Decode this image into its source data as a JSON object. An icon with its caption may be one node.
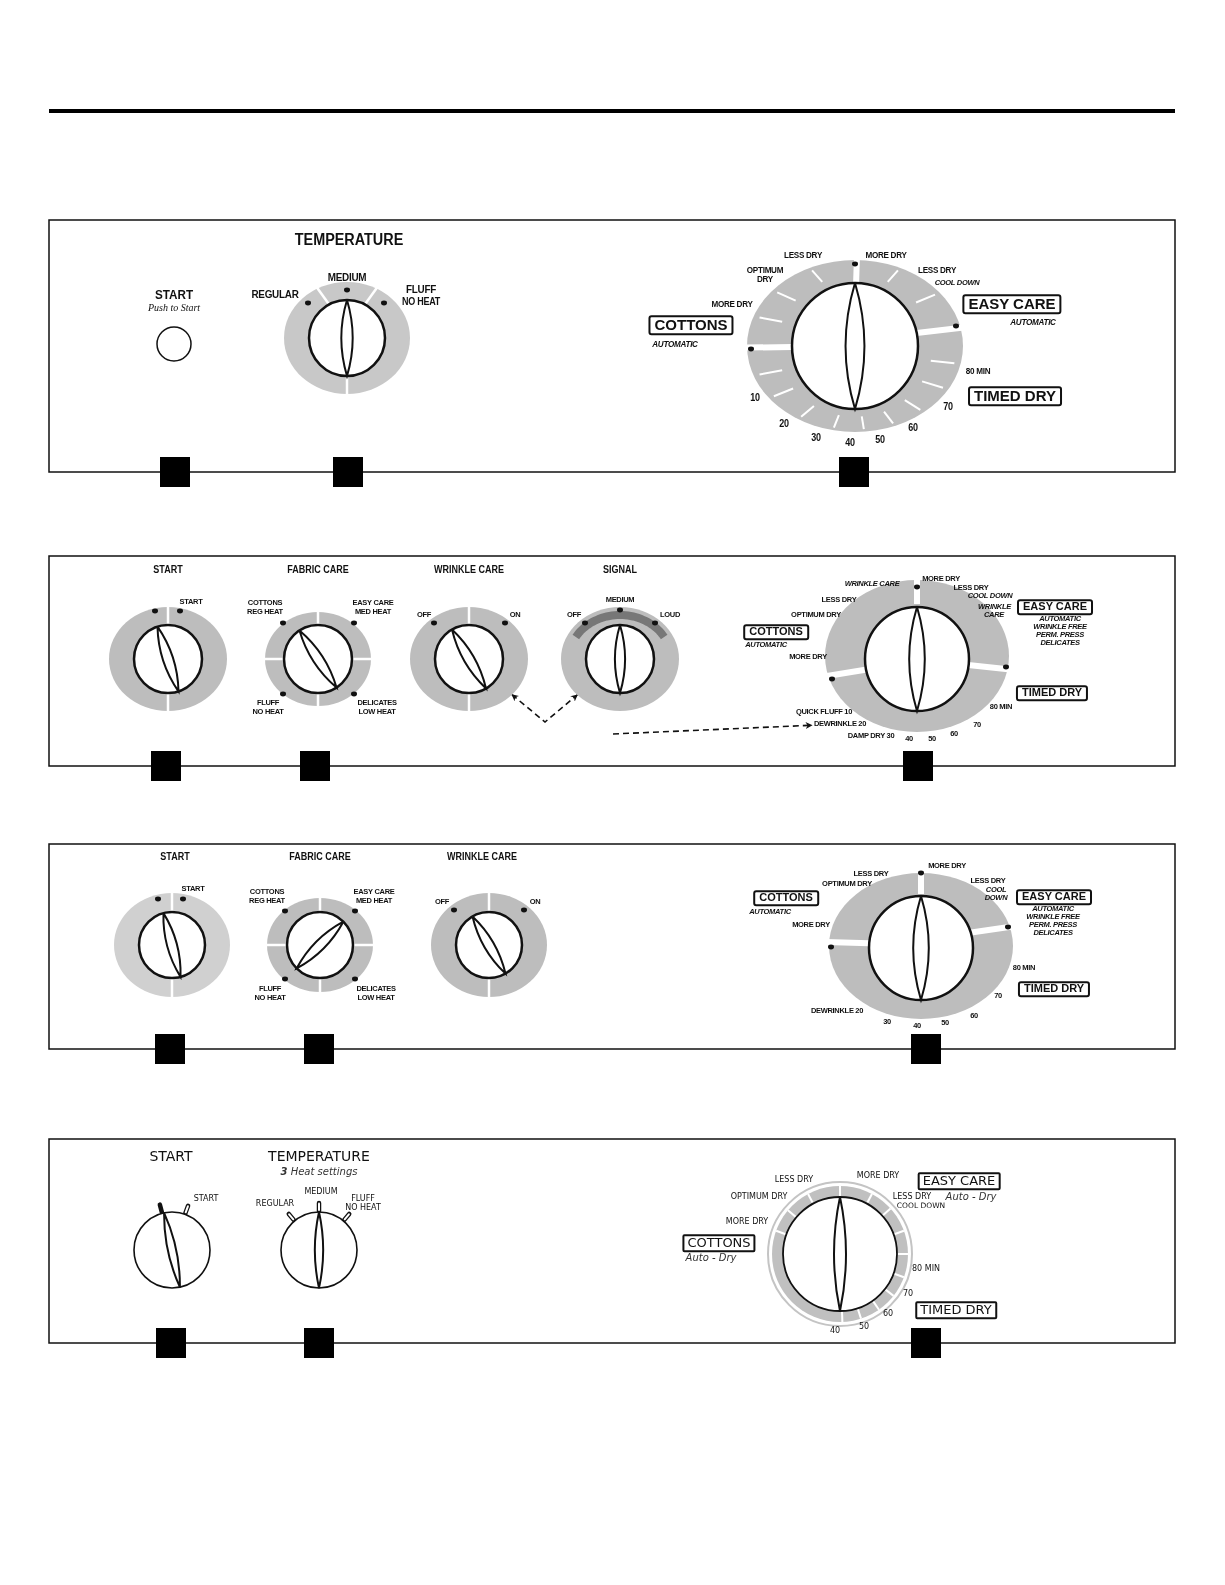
{
  "diagram": {
    "nodes": [
      {
        "text": [
          "WRINKLE CARE"
        ],
        "beside": [
          "OFF",
          "ON"
        ]
      },
      {
        "text": [
          "SIGNAL"
        ],
        "beside": [
          "OFF",
          "MEDIUM",
          "LOUD"
        ]
      },
      {
        "text": [
          "DEWRINKLE 20"
        ]
      }
    ],
    "edges": [
      {
        "from": 0,
        "to": 1,
        "arrow": "both",
        "style": "dashed"
      },
      {
        "from": null,
        "to": 2,
        "arrow": "to",
        "style": "dashed"
      }
    ],
    "labels": [
      "TEMPERATURE",
      "START",
      "Push to Start",
      "REGULAR",
      "MEDIUM",
      "FLUFF",
      "NO HEAT",
      "LESS DRY",
      "MORE DRY",
      "OPTIMUM DRY",
      "LESS DRY",
      "COOL DOWN",
      "MORE DRY",
      "EASY CARE",
      "AUTOMATIC",
      "COTTONS",
      "AUTOMATIC",
      "80 MIN",
      "10",
      "TIMED DRY",
      "20",
      "30",
      "40",
      "50",
      "60",
      "70",
      "START",
      "FABRIC CARE",
      "START",
      "COTTONS",
      "REG HEAT",
      "EASY CARE",
      "MED HEAT",
      "FLUFF",
      "NO HEAT",
      "DELICATES",
      "LOW HEAT",
      "WRINKLE CARE",
      "MORE DRY",
      "LESS DRY",
      "COOL DOWN",
      "LESS DRY",
      "WRINKLE CARE",
      "EASY CARE",
      "OPTIMUM DRY",
      "AUTOMATIC",
      "WRINKLE FREE",
      "PERM. PRESS",
      "DELICATES",
      "COTTONS",
      "AUTOMATIC",
      "MORE DRY",
      "TIMED DRY",
      "80 MIN",
      "QUICK FLUFF 10",
      "70",
      "DAMP DRY 30",
      "60",
      "40",
      "50",
      "START",
      "FABRIC CARE",
      "WRINKLE CARE",
      "START",
      "COTTONS",
      "REG HEAT",
      "EASY CARE",
      "MED HEAT",
      "OFF",
      "ON",
      "FLUFF",
      "NO HEAT",
      "DELICATES",
      "LOW HEAT",
      "MORE DRY",
      "LESS DRY",
      "LESS DRY",
      "OPTIMUM DRY",
      "COOL DOWN",
      "COTTONS",
      "EASY CARE",
      "AUTOMATIC",
      "AUTOMATIC",
      "WRINKLE FREE",
      "PERM. PRESS",
      "DELICATES",
      "MORE DRY",
      "80 MIN",
      "TIMED DRY",
      "70",
      "DEWRINKLE 20",
      "60",
      "30",
      "50",
      "40",
      "START",
      "TEMPERATURE",
      "**3** *Heat settings*",
      "START",
      "MEDIUM",
      "REGULAR",
      "FLUFF",
      "NO HEAT",
      "MORE DRY",
      "LESS DRY",
      "EASY CARE",
      "OPTIMUM DRY",
      "LESS DRY",
      "Auto - Dry",
      "COOL DOWN",
      "MORE DRY",
      "COTTONS",
      "Auto - Dry",
      "80 MIN",
      "70",
      "60",
      "TIMED DRY",
      "50",
      "40"
    ]
  }
}
